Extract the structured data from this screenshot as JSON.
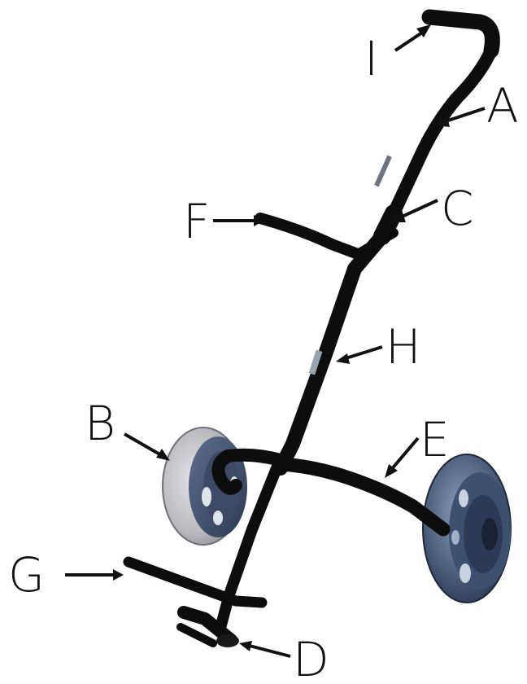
{
  "labels": {
    "A": "A",
    "B": "B",
    "C": "C",
    "D": "D",
    "E": "E",
    "F": "F",
    "G": "G",
    "H": "H",
    "I": "I"
  },
  "colors": {
    "frame": "#0d0d0d",
    "wheel_left": "#b8b8bd",
    "wheel_right": "#4b5e7a",
    "label": "#111111"
  }
}
